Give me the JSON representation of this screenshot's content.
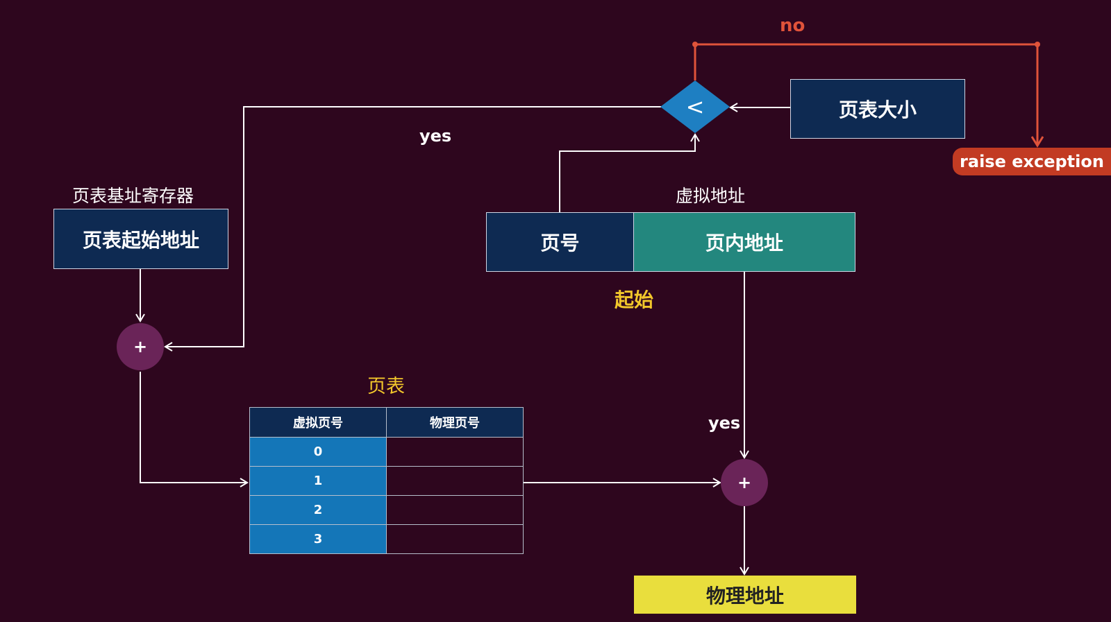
{
  "register": {
    "caption": "页表基址寄存器",
    "value": "页表起始地址"
  },
  "page_table_size": "页表大小",
  "virtual_address": {
    "caption": "虚拟地址",
    "page_number": "页号",
    "offset": "页内地址",
    "start_note": "起始"
  },
  "comparator": {
    "symbol": "<"
  },
  "labels": {
    "yes_top": "yes",
    "yes_right": "yes",
    "no": "no"
  },
  "exception": "raise exception",
  "adder": {
    "symbol": "+"
  },
  "page_table": {
    "title": "页表",
    "headers": [
      "虚拟页号",
      "物理页号"
    ],
    "rows": [
      "0",
      "1",
      "2",
      "3"
    ]
  },
  "physical_address": "物理地址",
  "colors": {
    "background": "#2e061e",
    "navy": "#0e2a52",
    "teal": "#23877e",
    "diamond": "#1e7fc2",
    "adder": "#6a2458",
    "exception": "#c23b23",
    "no_path": "#e0533a",
    "highlight_text": "#f2c72b",
    "physical": "#e9de3d"
  }
}
